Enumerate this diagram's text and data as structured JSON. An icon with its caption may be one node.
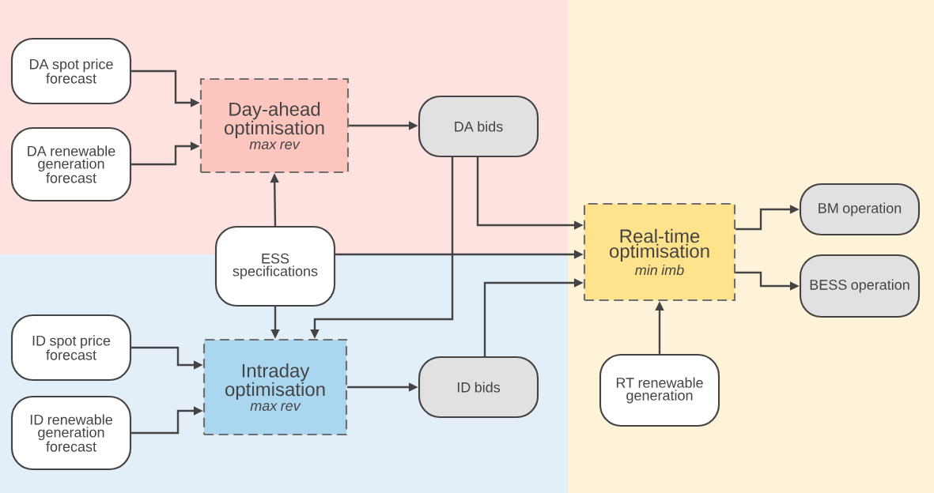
{
  "diagram": {
    "nodes": [
      {
        "text": [
          "DA spot price forecast"
        ]
      },
      {
        "text": [
          "DA renewable generation forecast"
        ]
      },
      {
        "text": [
          "Day-ahead optimisation",
          "max rev"
        ]
      },
      {
        "text": [
          "DA bids"
        ]
      },
      {
        "text": [
          "ESS specifications"
        ]
      },
      {
        "text": [
          "ID spot price forecast"
        ]
      },
      {
        "text": [
          "ID renewable generation forecast"
        ]
      },
      {
        "text": [
          "Intraday optimisation",
          "max rev"
        ]
      },
      {
        "text": [
          "ID bids"
        ]
      },
      {
        "text": [
          "Real-time optimisation",
          "min imb"
        ]
      },
      {
        "text": [
          "BM operation"
        ]
      },
      {
        "text": [
          "BESS operation"
        ]
      },
      {
        "text": [
          "RT renewable generation"
        ]
      }
    ],
    "edges": [
      {
        "from": 0,
        "to": 2,
        "arrow": "to"
      },
      {
        "from": 1,
        "to": 2,
        "arrow": "to"
      },
      {
        "from": 2,
        "to": 3,
        "arrow": "to"
      },
      {
        "from": 4,
        "to": 2,
        "arrow": "to"
      },
      {
        "from": 3,
        "to": 9,
        "arrow": "to"
      },
      {
        "from": 3,
        "to": 7,
        "arrow": "to"
      },
      {
        "from": 4,
        "to": 9,
        "arrow": "to"
      },
      {
        "from": 8,
        "to": 9,
        "arrow": "to"
      },
      {
        "from": 4,
        "to": 7,
        "arrow": "to"
      },
      {
        "from": 7,
        "to": 8,
        "arrow": "to"
      },
      {
        "from": 5,
        "to": 7,
        "arrow": "to"
      },
      {
        "from": 6,
        "to": 7,
        "arrow": "to"
      },
      {
        "from": 9,
        "to": 10,
        "arrow": "to"
      },
      {
        "from": 9,
        "to": 11,
        "arrow": "to"
      },
      {
        "from": 12,
        "to": 9,
        "arrow": "to"
      }
    ]
  }
}
